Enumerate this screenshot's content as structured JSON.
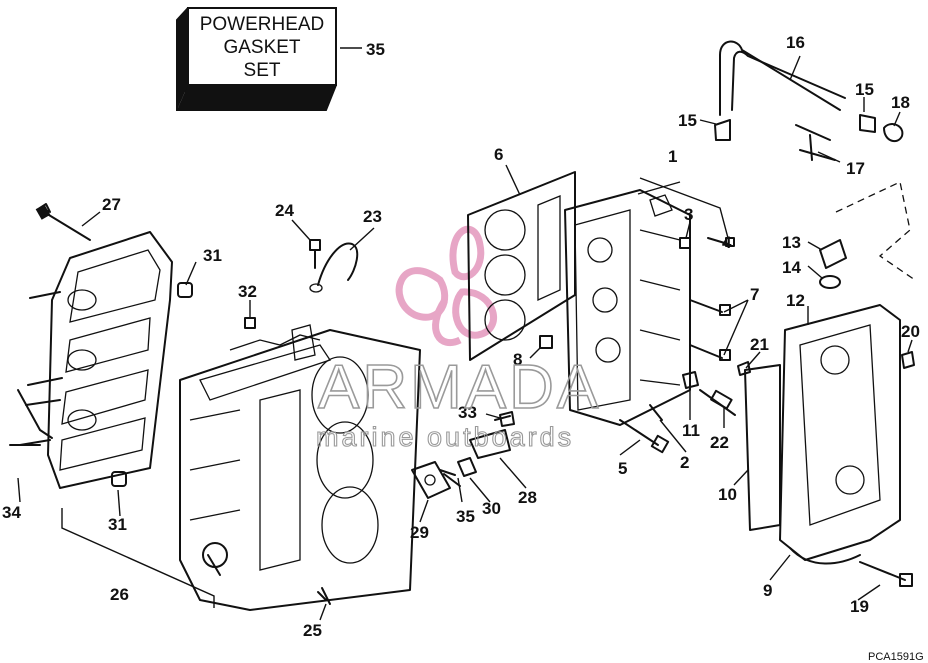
{
  "gasket_set": {
    "line1": "POWERHEAD",
    "line2": "GASKET",
    "line3": "SET",
    "number": "35"
  },
  "watermark": {
    "brand": "ARMADA",
    "tagline": "marine outboards",
    "logo_color": "#e7a6c6"
  },
  "figure_code": "PCA1591G",
  "callouts": {
    "c1": "1",
    "c2": "2",
    "c3": "3",
    "c4": "4",
    "c5": "5",
    "c6": "6",
    "c7": "7",
    "c8": "8",
    "c9": "9",
    "c10": "10",
    "c11": "11",
    "c12": "12",
    "c13": "13",
    "c14": "14",
    "c15a": "15",
    "c15b": "15",
    "c16": "16",
    "c17": "17",
    "c18": "18",
    "c19": "19",
    "c20": "20",
    "c21": "21",
    "c22": "22",
    "c23": "23",
    "c24": "24",
    "c25": "25",
    "c26": "26",
    "c27": "27",
    "c28": "28",
    "c29": "29",
    "c30": "30",
    "c31a": "31",
    "c31b": "31",
    "c32": "32",
    "c33": "33",
    "c34": "34",
    "c35": "35"
  }
}
